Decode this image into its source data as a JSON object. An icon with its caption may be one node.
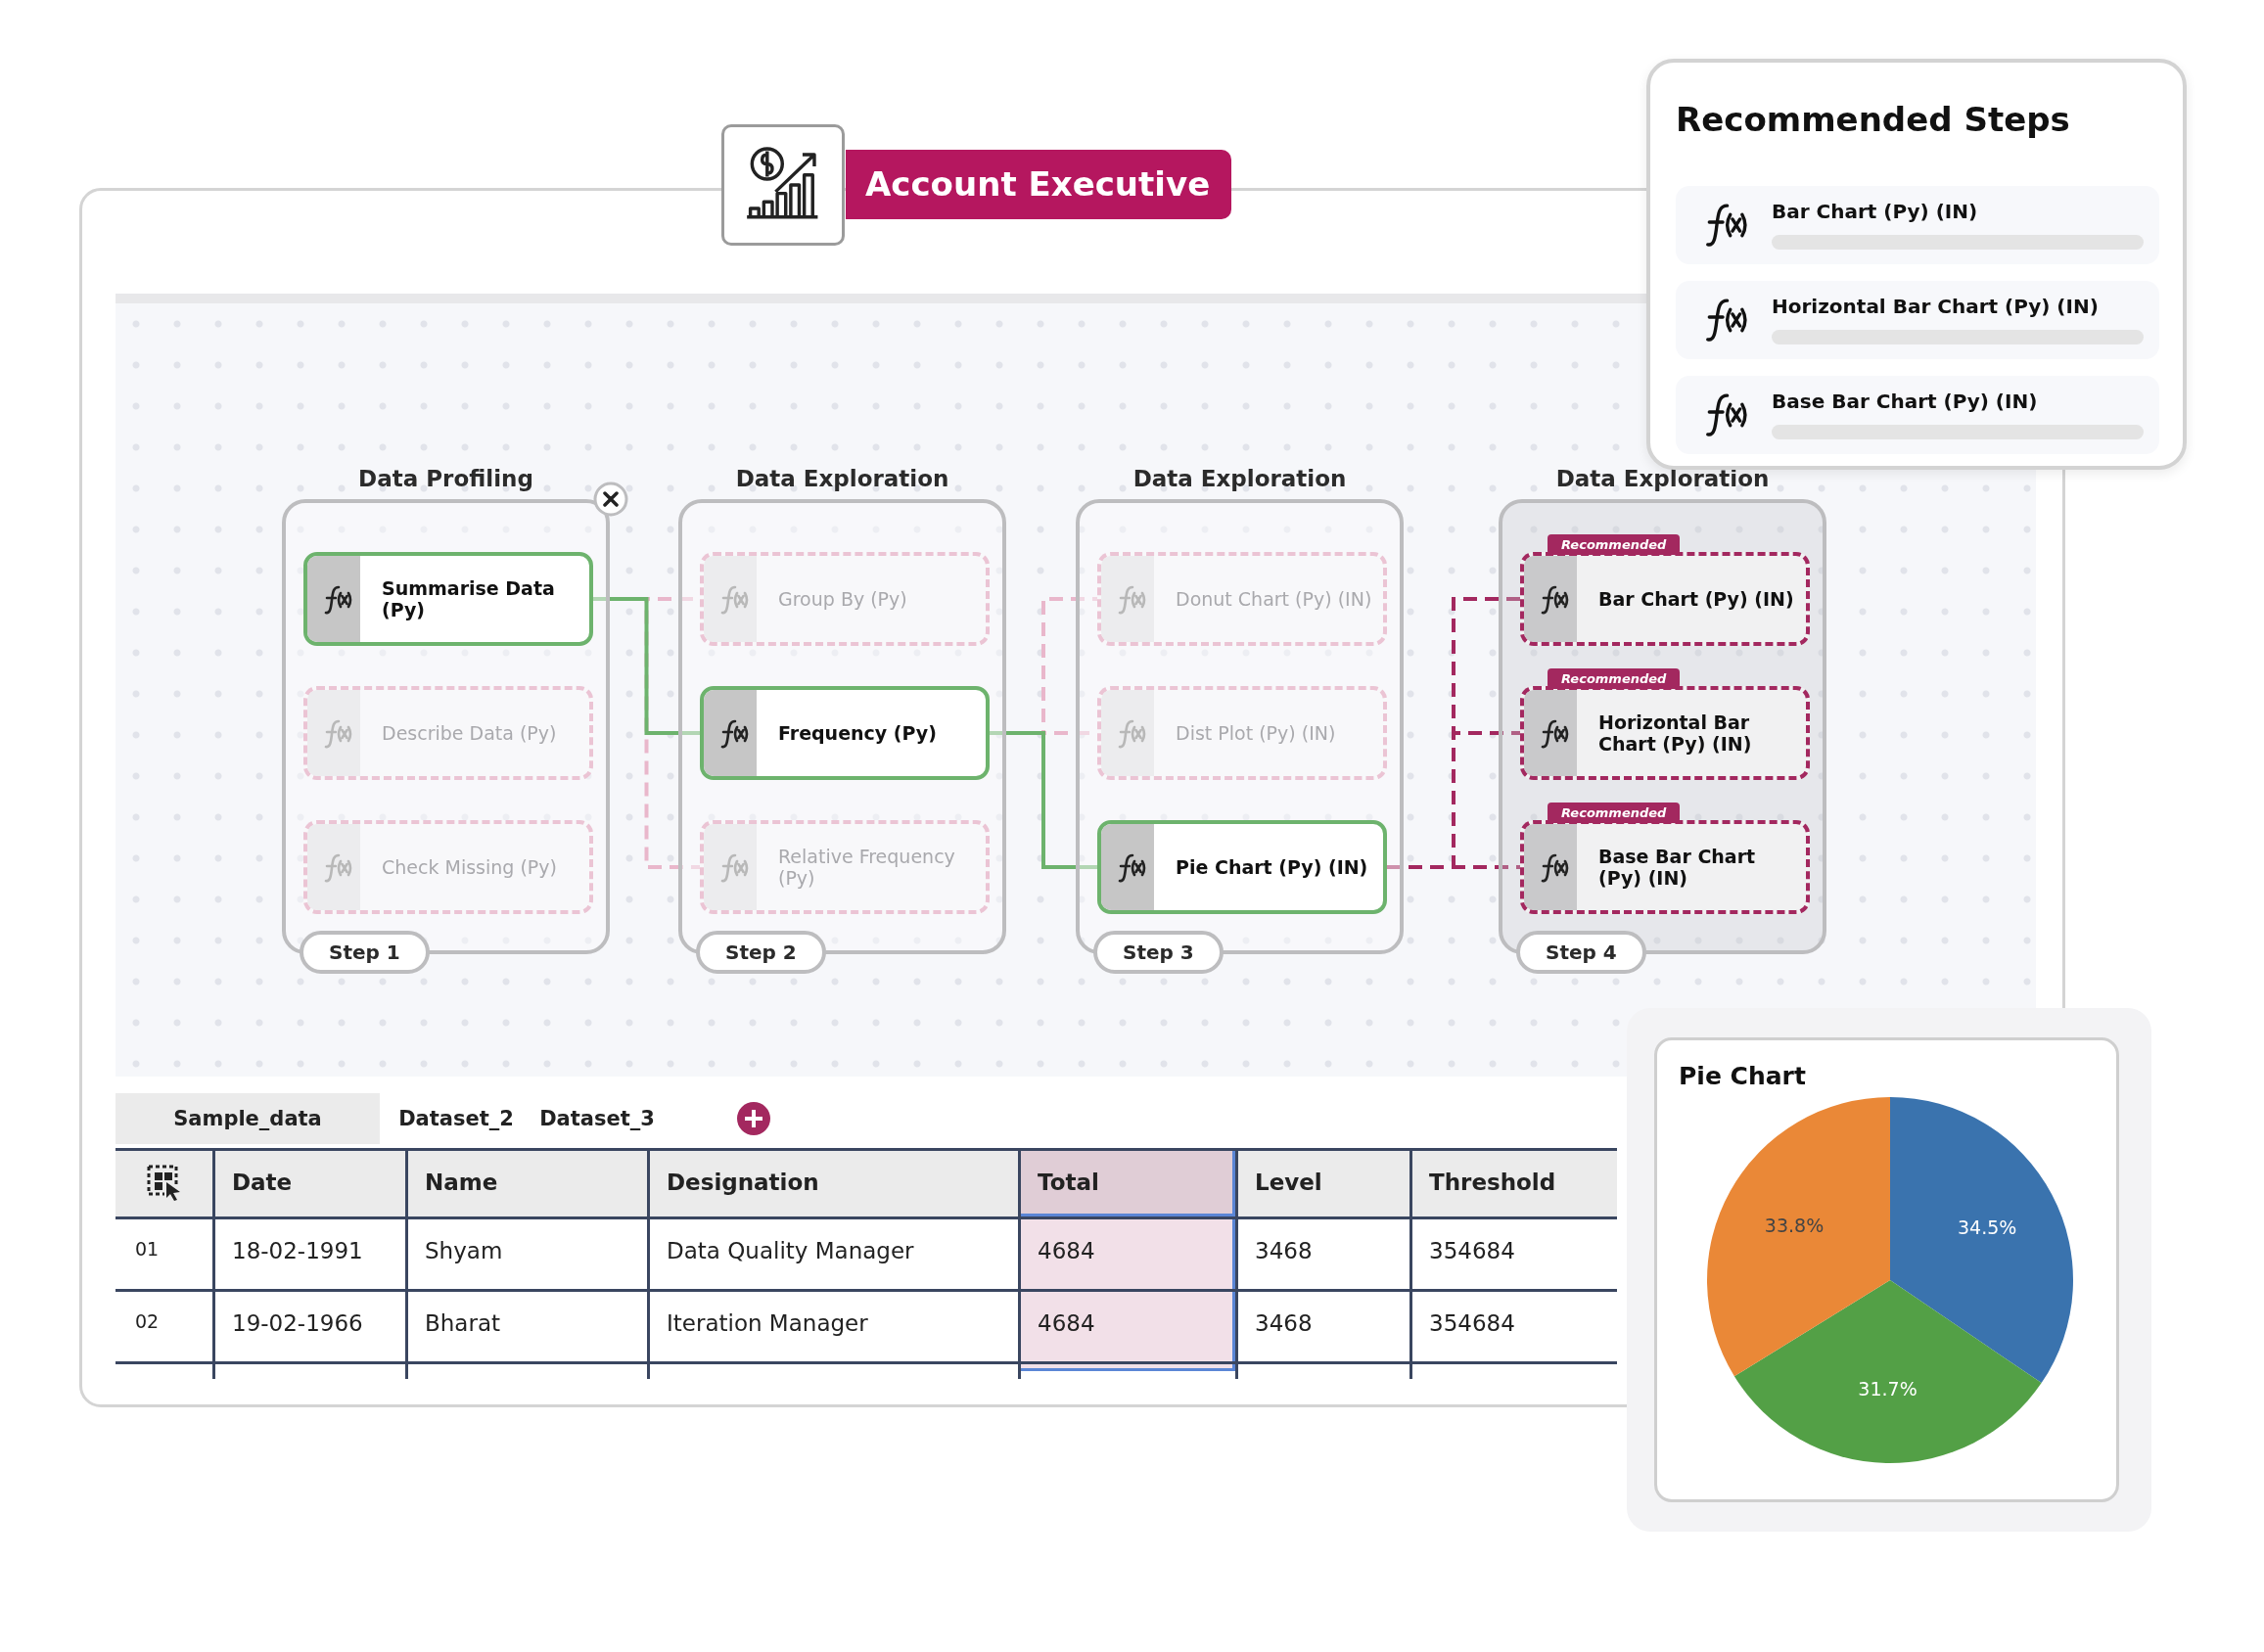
{
  "diagram": {
    "nodes": [
      {
        "text": [
          "Data Profiling",
          "Step 1"
        ]
      },
      {
        "text": [
          "Summarise Data (Py)"
        ],
        "in": 0
      },
      {
        "text": [
          "Describe Data (Py)"
        ],
        "in": 0
      },
      {
        "text": [
          "Check Missing (Py)"
        ],
        "in": 0
      },
      {
        "text": [
          "Data Exploration",
          "Step 2"
        ]
      },
      {
        "text": [
          "Group By (Py)"
        ],
        "in": 4
      },
      {
        "text": [
          "Frequency (Py)"
        ],
        "in": 4
      },
      {
        "text": [
          "Relative Frequency (Py)"
        ],
        "in": 4
      },
      {
        "text": [
          "Data Exploration",
          "Step 3"
        ]
      },
      {
        "text": [
          "Donut Chart (Py) (IN)"
        ],
        "in": 8
      },
      {
        "text": [
          "Dist Plot (Py) (IN)"
        ],
        "in": 8
      },
      {
        "text": [
          "Pie Chart (Py) (IN)"
        ],
        "in": 8
      },
      {
        "text": [
          "Data Exploration",
          "Step 4"
        ]
      },
      {
        "text": [
          "Recommended",
          "Bar Chart (Py) (IN)"
        ],
        "in": 12
      },
      {
        "text": [
          "Recommended",
          "Horizontal Bar Chart (Py) (IN)"
        ],
        "in": 12
      },
      {
        "text": [
          "Recommended",
          "Base Bar Chart (Py) (IN)"
        ],
        "in": 12
      },
      {
        "text": [
          "Account Executive"
        ]
      },
      {
        "text": [
          "Recommended Steps"
        ]
      },
      {
        "text": [
          "Bar Chart (Py) (IN)"
        ],
        "in": 17
      },
      {
        "text": [
          "Horizontal Bar Chart (Py) (IN)"
        ],
        "in": 17
      },
      {
        "text": [
          "Base Bar Chart (Py) (IN)"
        ],
        "in": 17
      }
    ],
    "edges": [
      {
        "from": 1,
        "to": 5,
        "arrow": "none",
        "style": "dashed"
      },
      {
        "from": 1,
        "to": 7,
        "arrow": "none",
        "style": "dashed"
      },
      {
        "from": 1,
        "to": 6,
        "arrow": "none",
        "color": "#6db36d"
      },
      {
        "from": 6,
        "to": 9,
        "arrow": "none",
        "style": "dashed"
      },
      {
        "from": 6,
        "to": 10,
        "arrow": "none",
        "style": "dashed"
      },
      {
        "from": 6,
        "to": 11,
        "arrow": "none",
        "color": "#6db36d"
      },
      {
        "from": 11,
        "to": 13,
        "arrow": "none",
        "style": "dashed",
        "color": "#a3285f"
      },
      {
        "from": 11,
        "to": 14,
        "arrow": "none",
        "style": "dashed",
        "color": "#a3285f"
      },
      {
        "from": 11,
        "to": 15,
        "arrow": "none",
        "style": "dashed",
        "color": "#a3285f"
      }
    ],
    "labels": [
      "Sample_data",
      "Dataset_2",
      "Dataset_3",
      "Date",
      "Name",
      "Designation",
      "Total",
      "Level",
      "Threshold",
      "01",
      "18-02-1991",
      "Shyam",
      "Data Quality Manager",
      "4684",
      "3468",
      "354684",
      "02",
      "19-02-1966",
      "Bharat",
      "Iteration Manager",
      "4684",
      "3468",
      "354684"
    ],
    "chart_data": {
      "type": "pie",
      "title": "Pie Chart",
      "categories": [
        null,
        null,
        null
      ],
      "values": [
        34.5,
        31.7,
        33.8
      ],
      "value_labels": [
        "34.5%",
        "31.7%",
        "33.8%"
      ]
    }
  }
}
